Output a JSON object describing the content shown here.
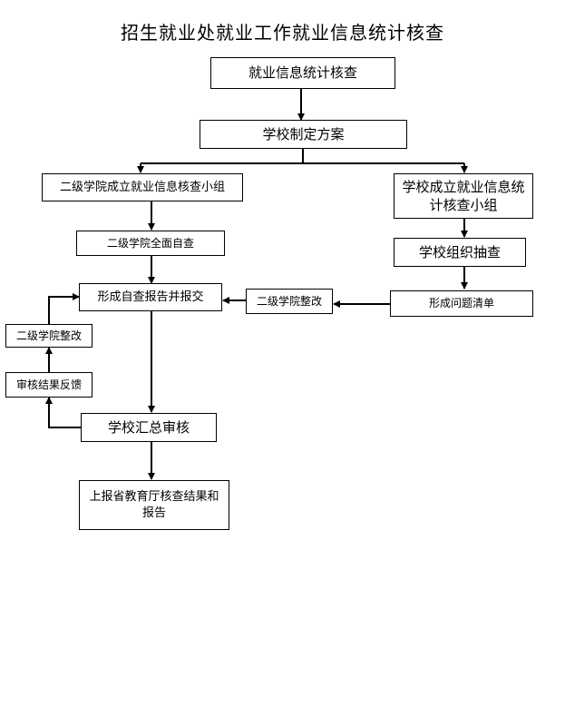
{
  "title": "招生就业处就业工作就业信息统计核查",
  "nodes": {
    "start": "就业信息统计核查",
    "plan": "学校制定方案",
    "college_group": "二级学院成立就业信息核查小组",
    "school_group": "学校成立就业信息统计核查小组",
    "college_self_check": "二级学院全面自查",
    "school_spot_check": "学校组织抽查",
    "self_report": "形成自查报告并报交",
    "college_rectify_right": "二级学院整改",
    "problem_list": "形成问题清单",
    "college_rectify_left": "二级学院整改",
    "review_feedback": "审核结果反馈",
    "school_review": "学校汇总审核",
    "final_report": "上报省教育厅核查结果和报告"
  }
}
